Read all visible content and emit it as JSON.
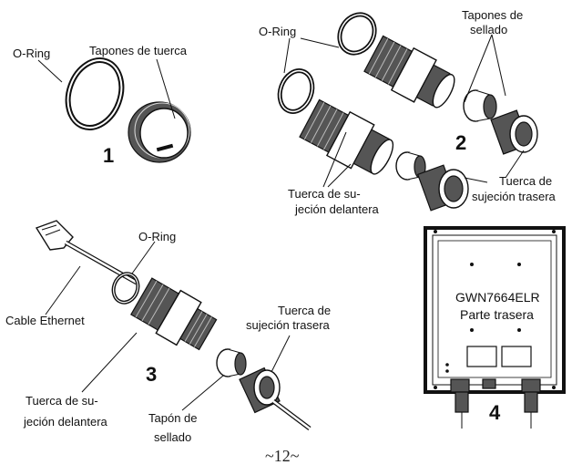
{
  "labels": {
    "oring_1": "O-Ring",
    "tapones_tuerca": "Tapones de tuerca",
    "oring_2": "O-Ring",
    "tapones_sellado_1": "Tapones de",
    "tapones_sellado_2": "sellado",
    "tuerca_delantera_2a": "Tuerca de su-",
    "tuerca_delantera_2b": "jeción delantera",
    "tuerca_trasera_2a": "Tuerca de",
    "tuerca_trasera_2b": "sujeción trasera",
    "oring_3": "O-Ring",
    "cable_ethernet": "Cable Ethernet",
    "tuerca_trasera_3a": "Tuerca de",
    "tuerca_trasera_3b": "sujeción trasera",
    "tuerca_delantera_3a": "Tuerca de su-",
    "tuerca_delantera_3b": "jeción delantera",
    "tapon_sellado_a": "Tapón de",
    "tapon_sellado_b": "sellado",
    "device_model": "GWN7664ELR",
    "device_side": "Parte trasera"
  },
  "step_numbers": {
    "s1": "1",
    "s2": "2",
    "s3": "3",
    "s4": "4"
  },
  "page_number": "~12~"
}
